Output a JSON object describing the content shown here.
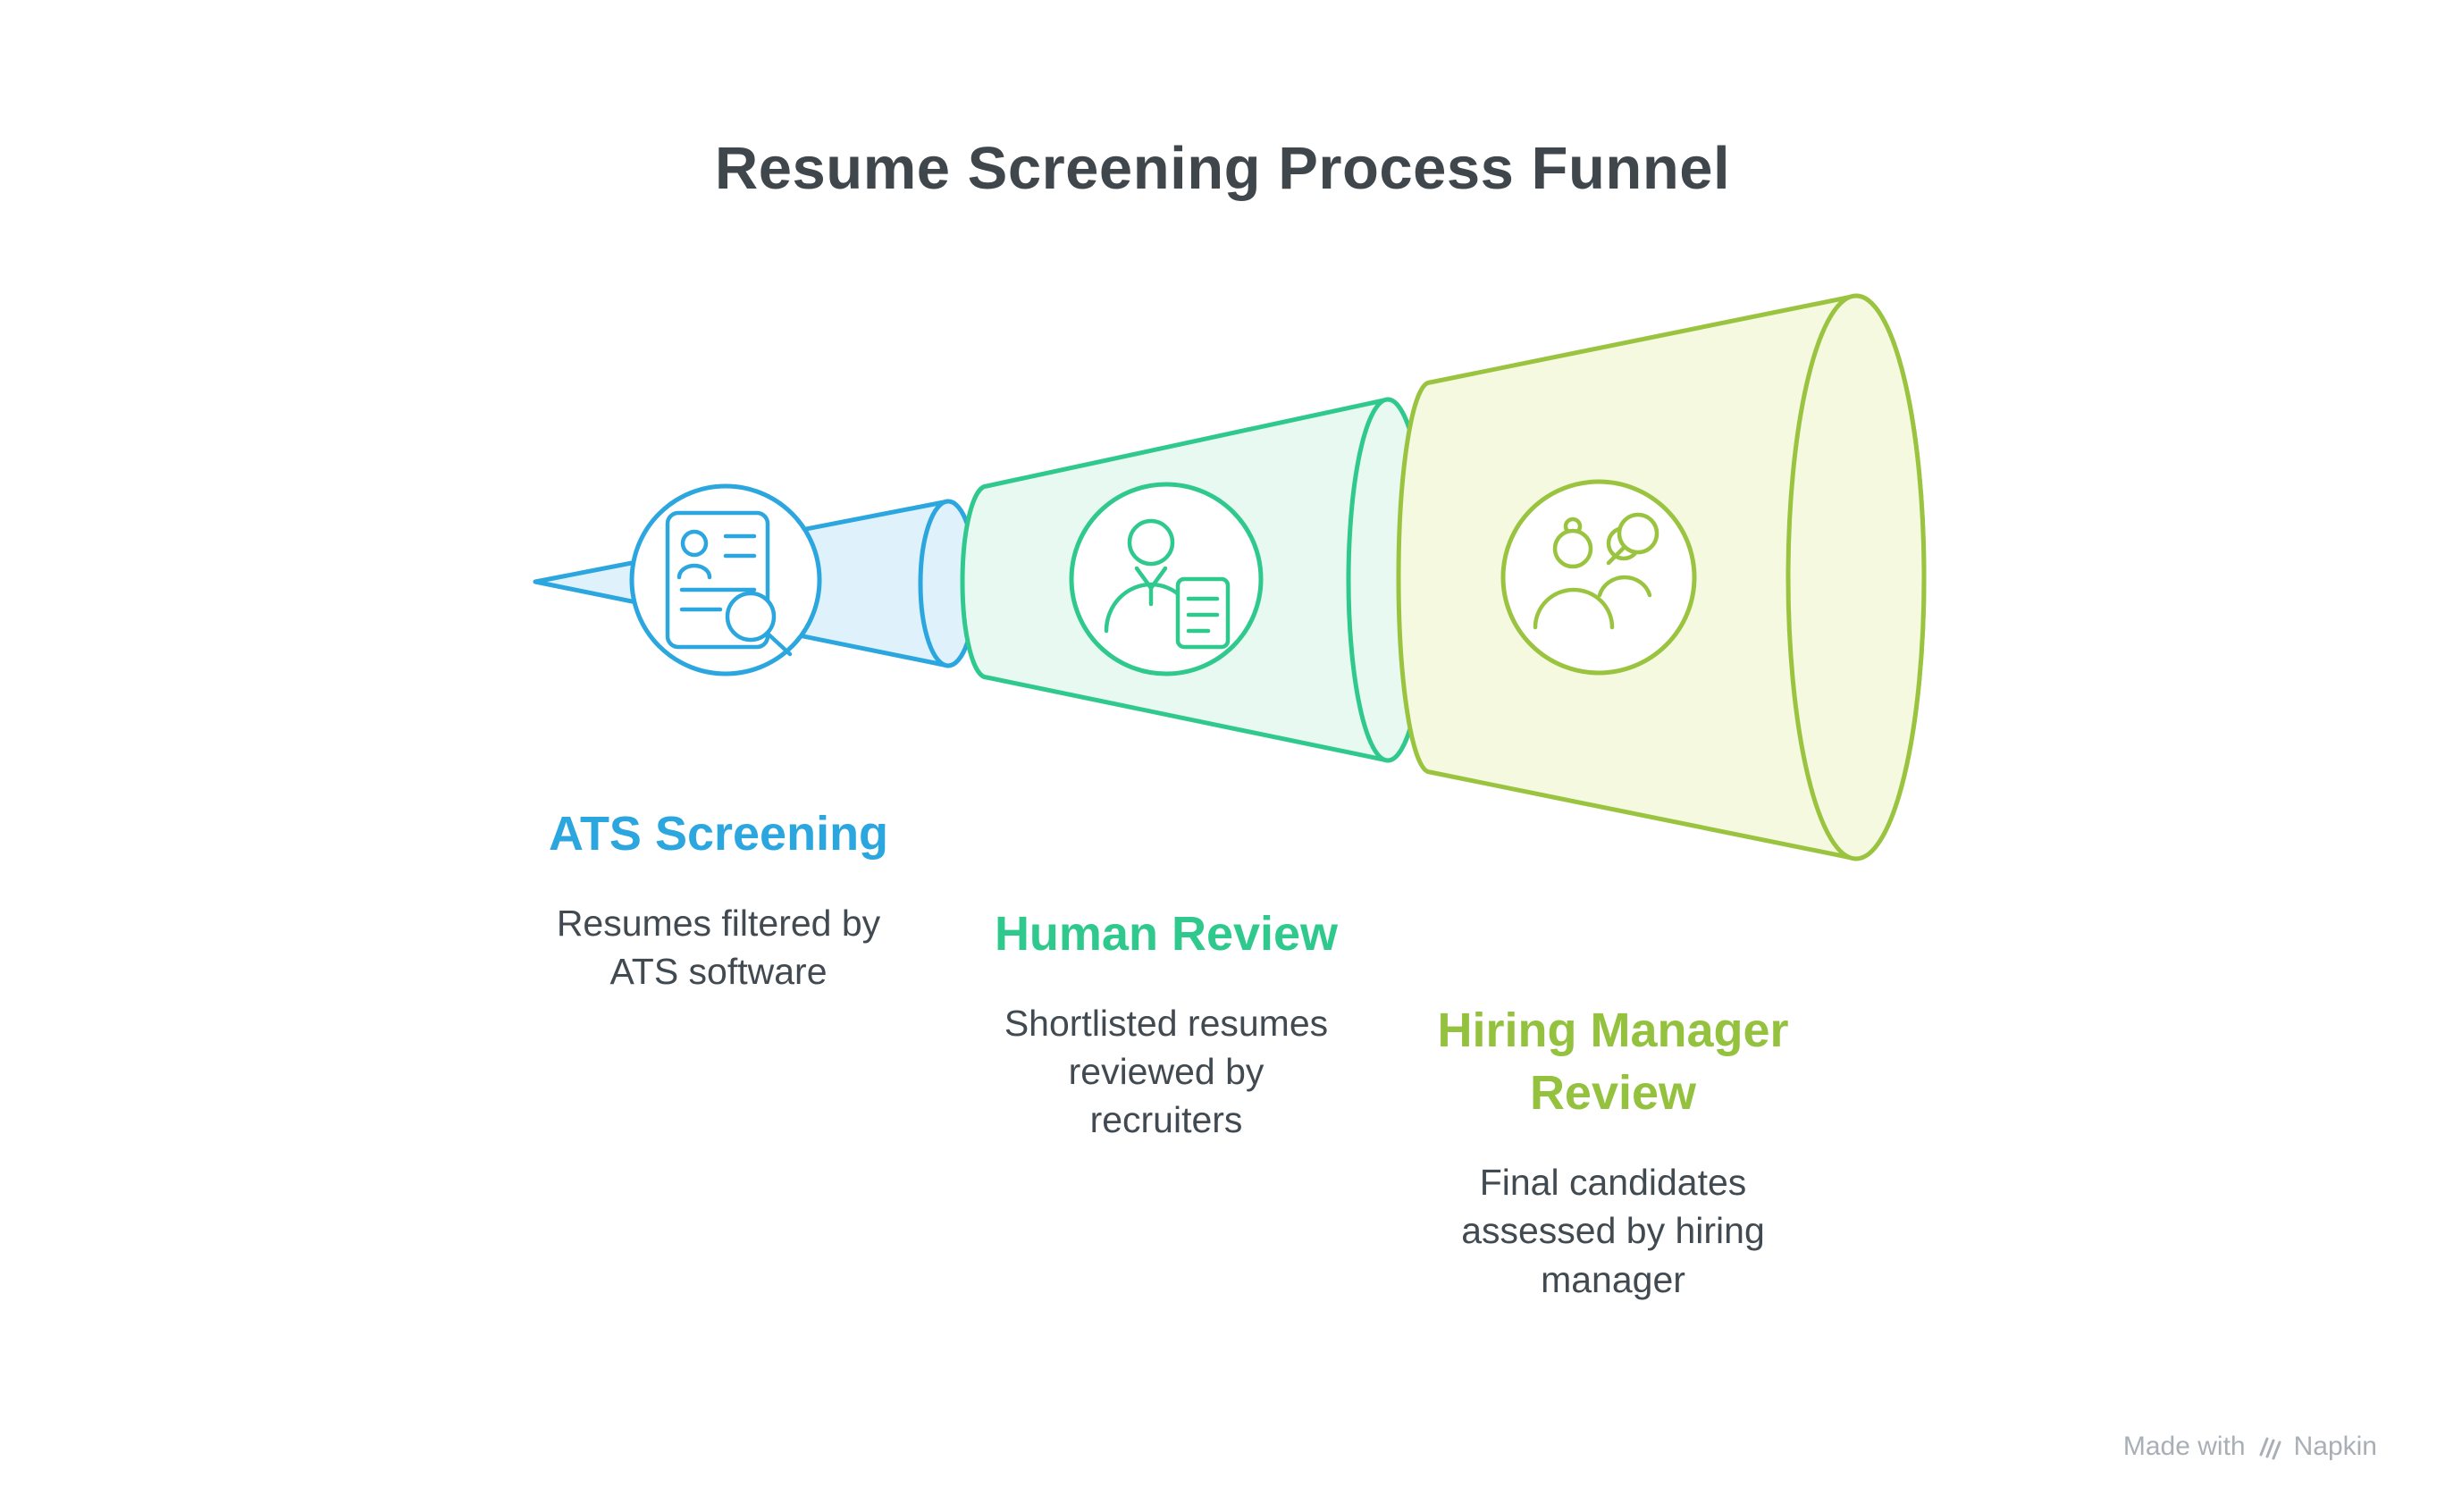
{
  "title": "Resume Screening Process Funnel",
  "stages": [
    {
      "name": "ATS Screening",
      "description": "Resumes filtered by\nATS software",
      "accent_color": "#2ba6de",
      "fill_color": "#dff1fb",
      "icon": "resume-magnifier-icon"
    },
    {
      "name": "Human Review",
      "description": "Shortlisted resumes\nreviewed by\nrecruiters",
      "accent_color": "#2fc98e",
      "fill_color": "#e8f9f1",
      "icon": "recruiter-with-document-icon"
    },
    {
      "name": "Hiring Manager\nReview",
      "description": "Final candidates\nassessed by hiring\nmanager",
      "accent_color": "#94c13e",
      "fill_color": "#f4f9e0",
      "icon": "managers-with-magnifier-icon"
    }
  ],
  "colors": {
    "title_text": "#3f464c",
    "description_text": "#424a51",
    "footer_text": "#a9afb4",
    "background": "#ffffff"
  },
  "footer": {
    "made_with": "Made with",
    "brand": "Napkin"
  }
}
